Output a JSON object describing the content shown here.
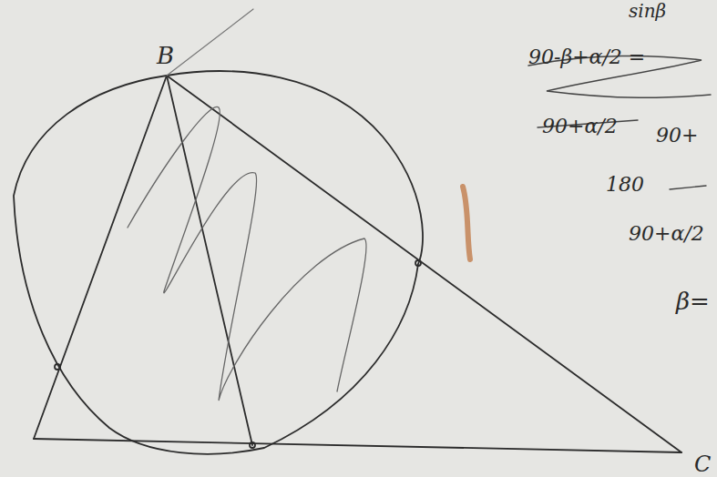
{
  "diagram": {
    "labels": [
      "B",
      "C",
      "sinβ",
      "90-β+α/2 =",
      "90+α/2",
      "90+",
      "180",
      "90+α/2",
      "β="
    ]
  }
}
